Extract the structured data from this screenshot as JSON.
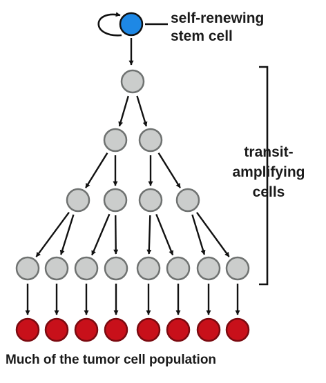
{
  "labels": {
    "stem_cell_line1": "self-renewing",
    "stem_cell_line2": "stem cell",
    "transit_line1": "transit-",
    "transit_line2": "amplifying",
    "transit_line3": "cells",
    "caption": "Much of the tumor cell population"
  },
  "colors": {
    "stem_fill": "#1e88e5",
    "progenitor_fill": "#cbcdcc",
    "progenitor_stroke": "#6f7271",
    "tumor_fill": "#c8101a",
    "tumor_stroke": "#7a0a10",
    "arrow": "#111111"
  }
}
